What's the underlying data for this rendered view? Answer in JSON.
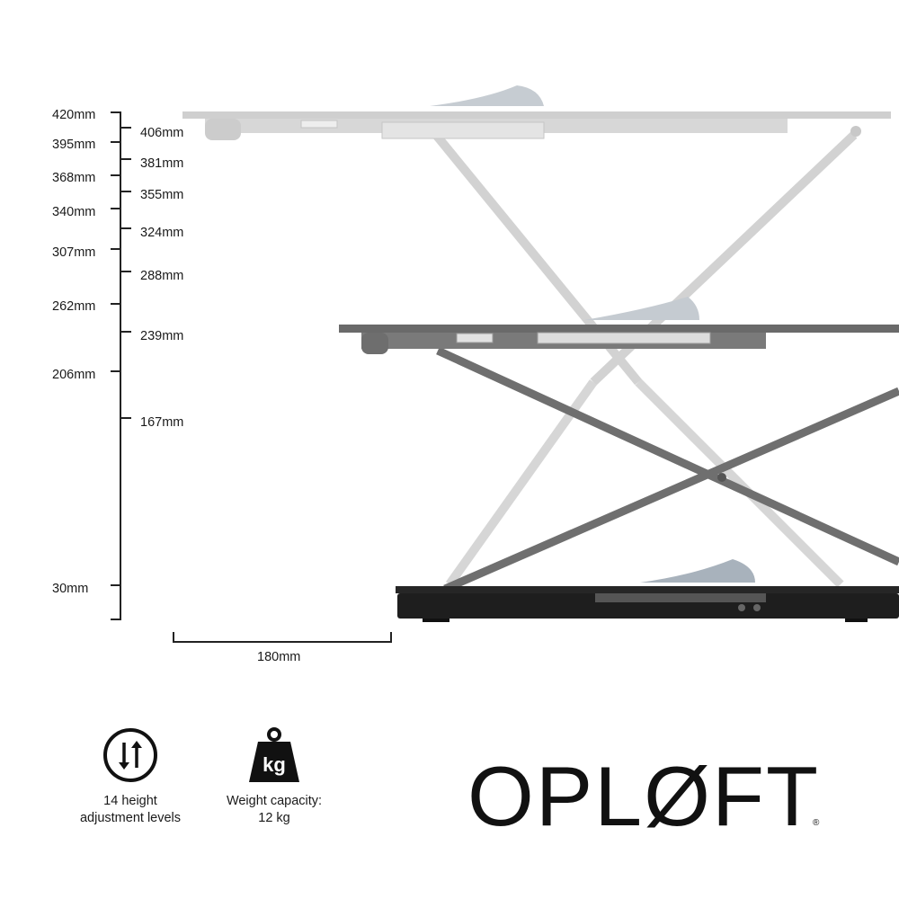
{
  "height_scale": {
    "left_labels": [
      "420mm",
      "395mm",
      "368mm",
      "340mm",
      "307mm",
      "262mm",
      "206mm",
      "30mm"
    ],
    "right_labels": [
      "406mm",
      "381mm",
      "355mm",
      "324mm",
      "288mm",
      "239mm",
      "167mm"
    ]
  },
  "width_dimension": {
    "label": "180mm"
  },
  "features": {
    "height": {
      "icon": "up-down-arrows-icon",
      "line1": "14 height",
      "line2": "adjustment levels"
    },
    "weight": {
      "icon": "kg-weight-icon",
      "icon_text": "kg",
      "line1": "Weight capacity:",
      "line2": "12 kg"
    }
  },
  "brand": {
    "name": "OPLØFT",
    "mark": "®"
  },
  "colors": {
    "desk_top": "#c9c9c9",
    "desk_mid": "#6d6d6d",
    "desk_low": "#2a2a2a",
    "text": "#1a1a1a"
  }
}
